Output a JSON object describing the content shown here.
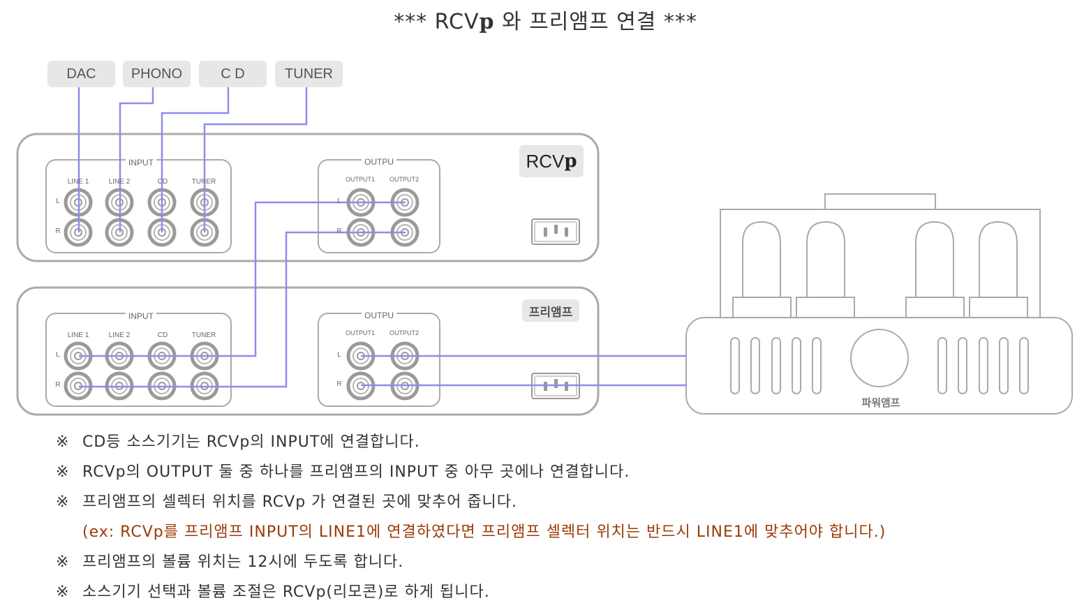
{
  "title": {
    "prefix": "*** RCV",
    "p": "p",
    "suffix": " 와 프리앰프 연결 ***"
  },
  "sources": [
    "DAC",
    "PHONO",
    "C D",
    "TUNER"
  ],
  "rcvp_unit": {
    "badge_text": "RCV",
    "badge_p": "p",
    "input_label": "INPUT",
    "input_channels": [
      "LINE 1",
      "LINE 2",
      "CD",
      "TUNER"
    ],
    "output_label": "OUTPU",
    "output_channels": [
      "OUTPUT1",
      "OUTPUT2"
    ],
    "row_labels": [
      "L",
      "R"
    ]
  },
  "preamp_unit": {
    "badge_text": "프리앰프",
    "input_label": "INPUT",
    "input_channels": [
      "LINE 1",
      "LINE 2",
      "CD",
      "TUNER"
    ],
    "output_label": "OUTPU",
    "output_channels": [
      "OUTPUT1",
      "OUTPUT2"
    ],
    "row_labels": [
      "L",
      "R"
    ]
  },
  "power_amp": {
    "label": "파워앰프"
  },
  "colors": {
    "cable": "#8c8cf0",
    "device_outline": "#aaaaaa",
    "jack": "#9a9a9a",
    "note_highlight": "#9a3a06"
  },
  "notes": [
    {
      "mark": "※",
      "text": "CD등 소스기기는 RCVp의 INPUT에 연결합니다."
    },
    {
      "mark": "※",
      "text": "RCVp의 OUTPUT 둘 중 하나를 프리앰프의 INPUT 중 아무 곳에나 연결합니다."
    },
    {
      "mark": "※",
      "text": "프리앰프의 셀렉터 위치를 RCVp 가 연결된 곳에 맞추어 줍니다."
    },
    {
      "mark": "",
      "text": "(ex: RCVp를 프리앰프 INPUT의 LINE1에 연결하였다면 프리앰프 셀렉터 위치는 반드시 LINE1에 맞추어야 합니다.)"
    },
    {
      "mark": "※",
      "text": "프리앰프의 볼륨 위치는 12시에 두도록 합니다."
    },
    {
      "mark": "※",
      "text": "소스기기 선택과 볼륨 조절은 RCVp(리모콘)로 하게 됩니다."
    }
  ]
}
